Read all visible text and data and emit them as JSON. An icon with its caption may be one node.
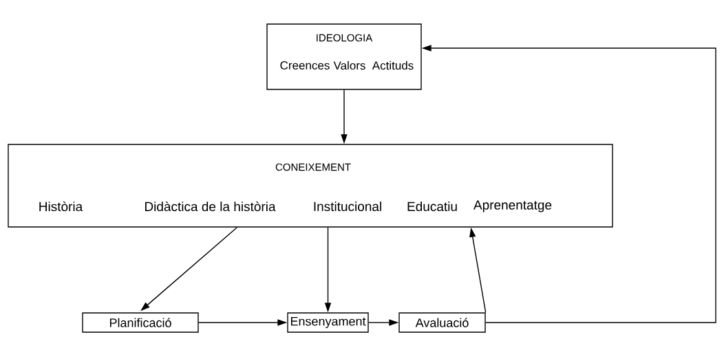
{
  "diagram": {
    "nodes": [
      {
        "text": [
          "IDEOLOGIA",
          "Creences",
          "Valors",
          "Actituds"
        ]
      },
      {
        "text": [
          "CONEIXEMENT",
          "Història",
          "Didàctica de la història",
          "Institucional",
          "Educatiu",
          "Aprenentatge"
        ]
      },
      {
        "text": [
          "Planificació"
        ]
      },
      {
        "text": [
          "Ensenyament"
        ]
      },
      {
        "text": [
          "Avaluació"
        ]
      }
    ],
    "edges": [
      {
        "from": 0,
        "to": 1,
        "arrow": "to"
      },
      {
        "from": 1,
        "to": 2,
        "arrow": "to"
      },
      {
        "from": 1,
        "to": 3,
        "arrow": "to"
      },
      {
        "from": 4,
        "to": 1,
        "arrow": "to"
      },
      {
        "from": 2,
        "to": 3,
        "arrow": "to"
      },
      {
        "from": 3,
        "to": 4,
        "arrow": "to"
      },
      {
        "from": 4,
        "to": 0,
        "arrow": "to"
      }
    ]
  }
}
